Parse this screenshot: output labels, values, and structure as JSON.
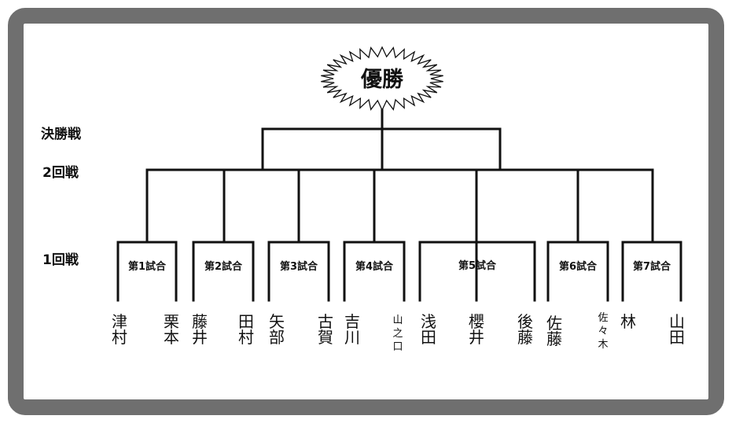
{
  "champion_label": "優勝",
  "rounds": {
    "final": "決勝戦",
    "second": "2回戦",
    "first": "1回戦"
  },
  "matches": [
    "第1試合",
    "第2試合",
    "第3試合",
    "第4試合",
    "第5試合",
    "第6試合",
    "第7試合"
  ],
  "players": [
    {
      "name": "津\n村",
      "small": false
    },
    {
      "name": "栗\n本",
      "small": false
    },
    {
      "name": "藤\n井",
      "small": false
    },
    {
      "name": "田\n村",
      "small": false
    },
    {
      "name": "矢\n部",
      "small": false
    },
    {
      "name": "古\n賀",
      "small": false
    },
    {
      "name": "吉\n川",
      "small": false
    },
    {
      "name": "山\n之\n口",
      "small": true
    },
    {
      "name": "浅\n田",
      "small": false
    },
    {
      "name": "櫻\n井",
      "small": false
    },
    {
      "name": "後\n藤",
      "small": false
    },
    {
      "name": "佐\n藤",
      "small": false
    },
    {
      "name": "佐\n々\n木",
      "small": true
    },
    {
      "name": "林",
      "small": false
    },
    {
      "name": "山\n田",
      "small": false
    }
  ]
}
